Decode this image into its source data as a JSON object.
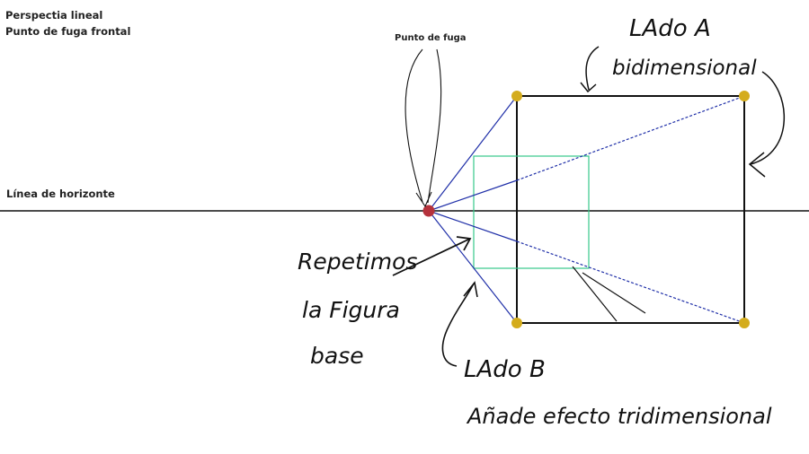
{
  "header": {
    "line1": "Perspectia lineal",
    "line2": "Punto de fuga frontal"
  },
  "labels": {
    "vanishing_point": "Punto de fuga",
    "horizon": "Línea de horizonte",
    "side_a_line1": "LAdo A",
    "side_a_line2": "bidimensional",
    "repeat_line1": "Repetimos",
    "repeat_line2": "la Figura",
    "repeat_line3": "base",
    "side_b_line1": "LAdo B",
    "side_b_line2": "Añade efecto tridimensional"
  },
  "colors": {
    "vanishing_point": "#b5323c",
    "corner_dots": "#d4ac1c",
    "projection_lines": "#1f2fa8",
    "green_square": "#35c98a",
    "outline": "#111111"
  }
}
